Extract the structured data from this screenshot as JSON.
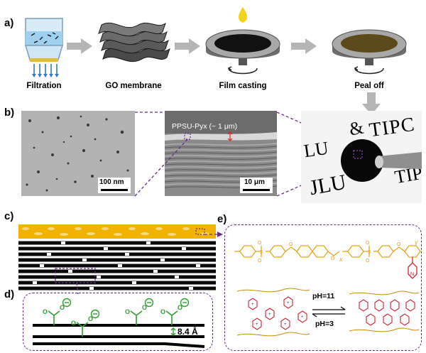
{
  "panels": {
    "a": "a)",
    "b": "b)",
    "c": "c)",
    "d": "d)",
    "e": "e)"
  },
  "steps": [
    "Filtration",
    "GO membrane",
    "Film casting",
    "Peal off"
  ],
  "sem": {
    "scale1": "100 nm",
    "scale2": "10 μm",
    "film_label": "PPSU-Pyx (~ 1 μm)"
  },
  "photo_text": {
    "t1": "&",
    "t2": "TIPC",
    "t3": "LU",
    "t4": "JLU",
    "t5": "TIP"
  },
  "interlayer": "8.4 Å",
  "ph_high": "pH=11",
  "ph_low": "pH=3",
  "colors": {
    "accent_yellow": "#f0b400",
    "polymer_orange": "#e8a417",
    "pyridine_red": "#d42030",
    "carboxyl_green": "#2ca02c",
    "dashed_purple": "#6a2a8a",
    "arrow_gray": "#b5b5b5"
  }
}
